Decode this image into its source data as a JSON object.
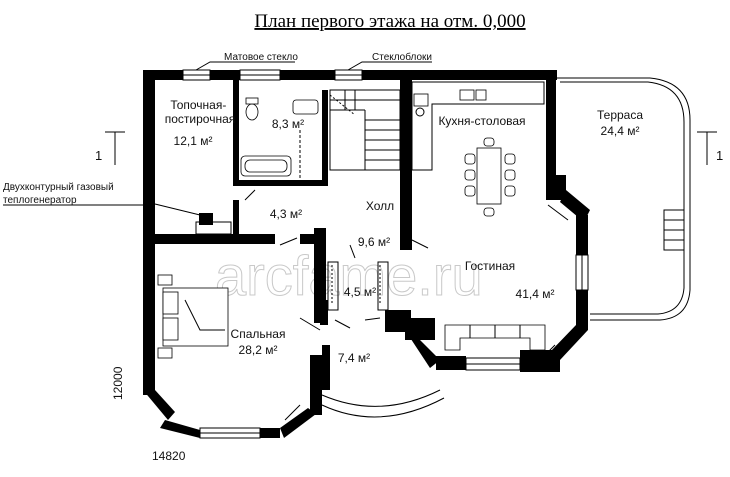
{
  "title": "План первого этажа на отм. 0,000",
  "annotations": {
    "matte_glass": "Матовое стекло",
    "glass_blocks": "Стеклоблоки",
    "boiler": "Двухконтурный газовый теплогенератор"
  },
  "section_marks": {
    "left": "1",
    "right": "1"
  },
  "dimensions": {
    "width": "14820",
    "height": "12000"
  },
  "rooms": {
    "boiler_room": {
      "name": "Топочная-постирочная",
      "area": "12,1 м²"
    },
    "bathroom": {
      "area": "8,3 м²"
    },
    "corridor": {
      "area": "4,3 м²"
    },
    "hall": {
      "name": "Холл",
      "area": "9,6 м²"
    },
    "closet": {
      "area": "4,5 м²"
    },
    "vestibule": {
      "area": "7,4 м²"
    },
    "bedroom": {
      "name": "Спальная",
      "area": "28,2 м²"
    },
    "kitchen": {
      "name": "Кухня-столовая"
    },
    "living": {
      "name": "Гостиная",
      "area": "41,4 м²"
    },
    "terrace": {
      "name": "Терраса",
      "area": "24,4 м²"
    }
  },
  "watermark": "arcfame.ru"
}
